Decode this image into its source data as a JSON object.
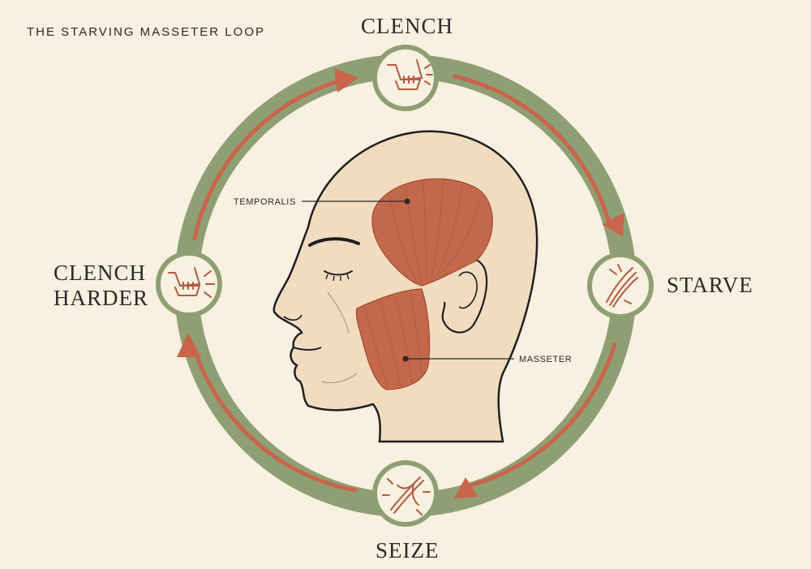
{
  "title": "THE STARVING MASSETER LOOP",
  "stages": {
    "top": "CLENCH",
    "right": "STARVE",
    "bottom": "SEIZE",
    "left_line1": "CLENCH",
    "left_line2": "HARDER"
  },
  "anatomy_labels": {
    "temporalis": "TEMPORALIS",
    "masseter": "MASSETER"
  },
  "icons": [
    "jaw-clench-icon",
    "torn-muscle-icon",
    "cramped-muscle-icon",
    "jaw-clench-harder-icon"
  ],
  "colors": {
    "background": "#f8f0e0",
    "ring": "#8f9f74",
    "arrow": "#c8654a",
    "muscle": "#c4684c",
    "skin": "#f2dcc0"
  }
}
